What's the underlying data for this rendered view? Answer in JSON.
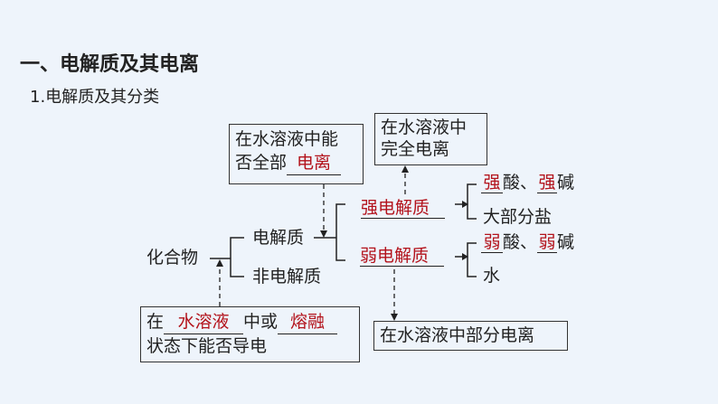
{
  "title": "一、电解质及其电离",
  "subtitle": "1.电解质及其分类",
  "root": "化合物",
  "electrolyte": "电解质",
  "non_electrolyte": "非电解质",
  "strong": "强电解质",
  "weak": "弱电解质",
  "strong_items": {
    "a": "强",
    "b": "酸、",
    "c": "强",
    "d": "碱",
    "salt": "大部分盐"
  },
  "weak_items": {
    "a": "弱",
    "b": "酸、",
    "c": "弱",
    "d": "碱",
    "water": "水"
  },
  "box_criterion": {
    "line1": "在水溶液中能",
    "line2_prefix": "否全部",
    "blank": "电离"
  },
  "box_full": {
    "line1": "在水溶液中",
    "line2": "完全电离"
  },
  "box_partial": "在水溶液中部分电离",
  "box_conduct": {
    "p1": "在",
    "blank1": "水溶液",
    "p2": "中或",
    "blank2": "熔融",
    "line2": "状态下能否导电"
  }
}
